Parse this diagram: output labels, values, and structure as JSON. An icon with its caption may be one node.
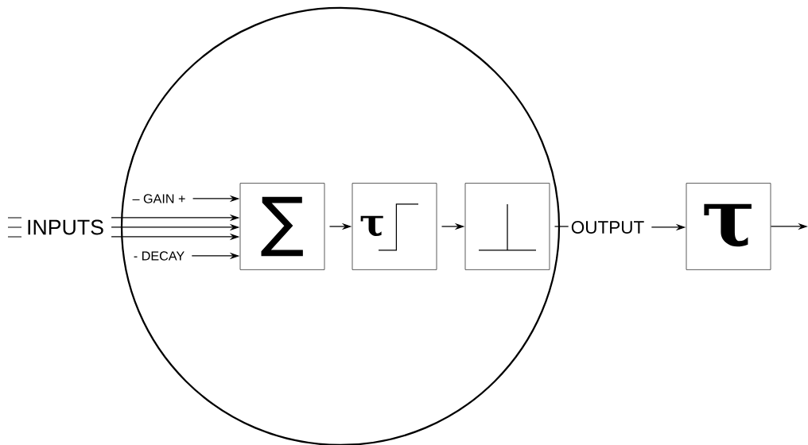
{
  "diagram": {
    "nodes": [
      {
        "text": [],
        "shape": "circle"
      },
      {
        "text": [
          "INPUTS"
        ]
      },
      {
        "text": [
          "– GAIN +"
        ],
        "in": 0
      },
      {
        "text": [
          "- DECAY"
        ],
        "in": 0
      },
      {
        "text": [
          "∑"
        ],
        "in": 0
      },
      {
        "text": [
          "τ"
        ],
        "in": 0
      },
      {
        "text": [],
        "shape": "box",
        "in": 0
      },
      {
        "text": [
          "OUTPUT"
        ]
      },
      {
        "text": [
          "τ"
        ]
      }
    ],
    "edges": [
      {
        "from": 1,
        "to": 4,
        "arrow": "to"
      },
      {
        "from": 1,
        "to": 4,
        "arrow": "to"
      },
      {
        "from": 1,
        "to": 4,
        "arrow": "to"
      },
      {
        "from": 2,
        "to": 4,
        "arrow": "to"
      },
      {
        "from": 3,
        "to": 4,
        "arrow": "to"
      },
      {
        "from": 4,
        "to": 5,
        "arrow": "to"
      },
      {
        "from": 5,
        "to": 6,
        "arrow": "to"
      },
      {
        "from": 6,
        "to": 7,
        "arrow": "none"
      },
      {
        "from": 7,
        "to": 8,
        "arrow": "to"
      },
      {
        "from": 8,
        "to": null,
        "arrow": "to"
      }
    ]
  }
}
